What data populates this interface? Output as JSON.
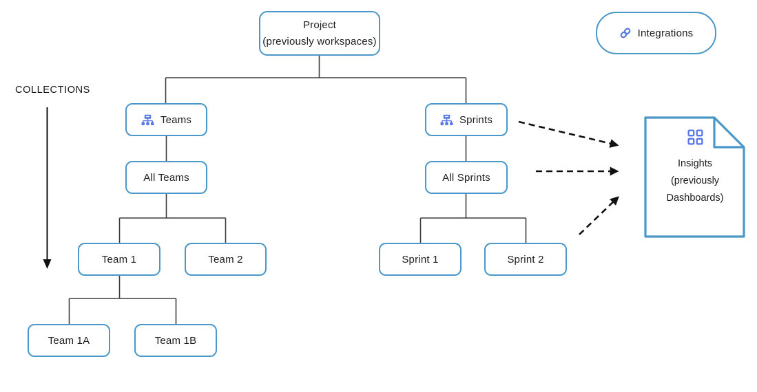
{
  "diagram": {
    "collections_label": "COLLECTIONS",
    "nodes": {
      "project": {
        "line1": "Project",
        "line2": "(previously workspaces)"
      },
      "teams": {
        "label": "Teams",
        "icon": "org-chart-icon"
      },
      "all_teams": {
        "label": "All Teams"
      },
      "team1": {
        "label": "Team 1"
      },
      "team2": {
        "label": "Team 2"
      },
      "team1a": {
        "label": "Team 1A"
      },
      "team1b": {
        "label": "Team 1B"
      },
      "sprints": {
        "label": "Sprints",
        "icon": "org-chart-icon"
      },
      "all_sprints": {
        "label": "All Sprints"
      },
      "sprint1": {
        "label": "Sprint 1"
      },
      "sprint2": {
        "label": "Sprint 2"
      },
      "integrations": {
        "label": "Integrations",
        "icon": "link-icon"
      },
      "insights": {
        "line1": "Insights",
        "line2": "(previously",
        "line3": "Dashboards)",
        "icon": "grid-icon"
      }
    },
    "colors": {
      "node_border_blue": "#4A98C9",
      "icon_blue": "#5577E8",
      "connector_line": "#3d3d3d",
      "arrow_black": "#111111",
      "text": "#1d1d1f"
    }
  }
}
